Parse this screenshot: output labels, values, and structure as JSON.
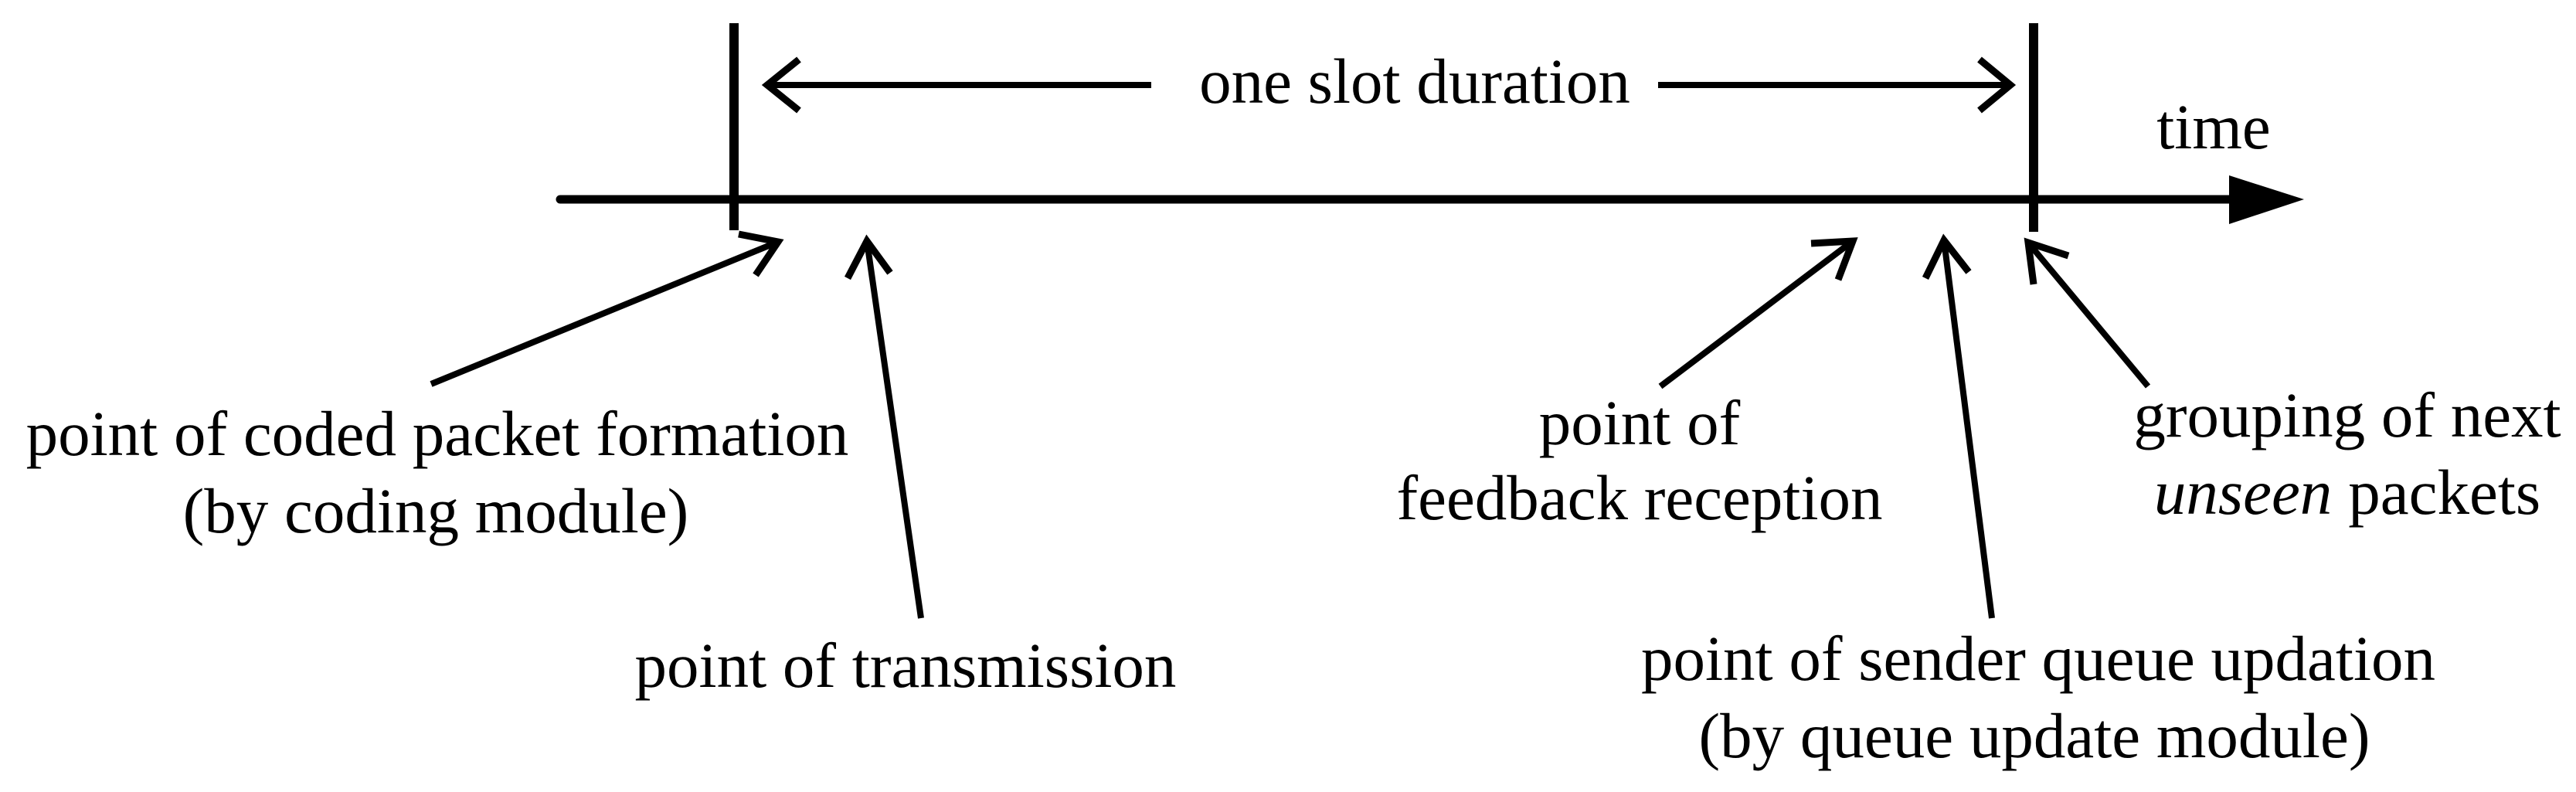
{
  "figure": {
    "background_color": "#ffffff",
    "ink_color": "#000000",
    "timeline": {
      "axis_label": "time"
    },
    "slot": {
      "label": "one slot duration"
    },
    "annotations": {
      "coded_packet": {
        "line1": "point of coded packet formation",
        "line2": "(by coding module)"
      },
      "transmission": {
        "label": "point of transmission"
      },
      "feedback": {
        "line1": "point of",
        "line2": "feedback reception"
      },
      "sender_queue": {
        "line1": "point of sender queue updation",
        "line2": "(by queue update module)"
      },
      "grouping": {
        "line1": "grouping of next",
        "line2_emphasis": "unseen",
        "line2_rest": "packets"
      }
    }
  }
}
